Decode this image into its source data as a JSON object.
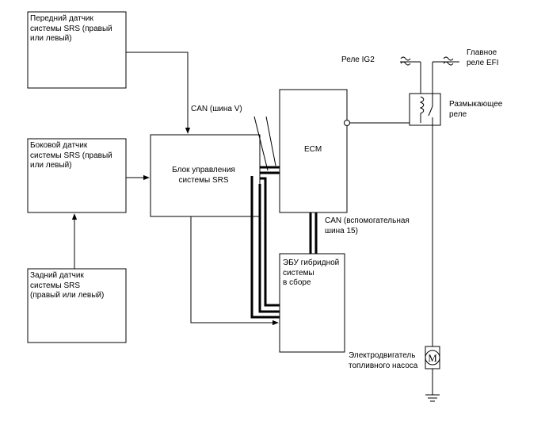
{
  "blocks": {
    "front_sensor": "Передний датчик\nсистемы SRS (правый\nили левый)",
    "side_sensor": "Боковой датчик\nсистемы SRS (правый\nили левый)",
    "rear_sensor": "Задний датчик\nсистемы SRS\n(правый или левый)",
    "srs_unit": "Блок управления\nсистемы SRS",
    "ecm": "ECM",
    "hybrid_ecu": "ЭБУ гибридной\nсистемы\nв сборе"
  },
  "labels": {
    "can_bus_v": "CAN (шина V)",
    "can_sub_bus": "CAN (вспомогательная\nшина 15)",
    "relay_ig2": "Реле IG2",
    "main_relay_efi": "Главное\nреле EFI",
    "opening_relay": "Размыкающее\nреле",
    "fuel_pump_motor": "Электродвигатель\nтопливного насоса",
    "motor_symbol": "M"
  }
}
